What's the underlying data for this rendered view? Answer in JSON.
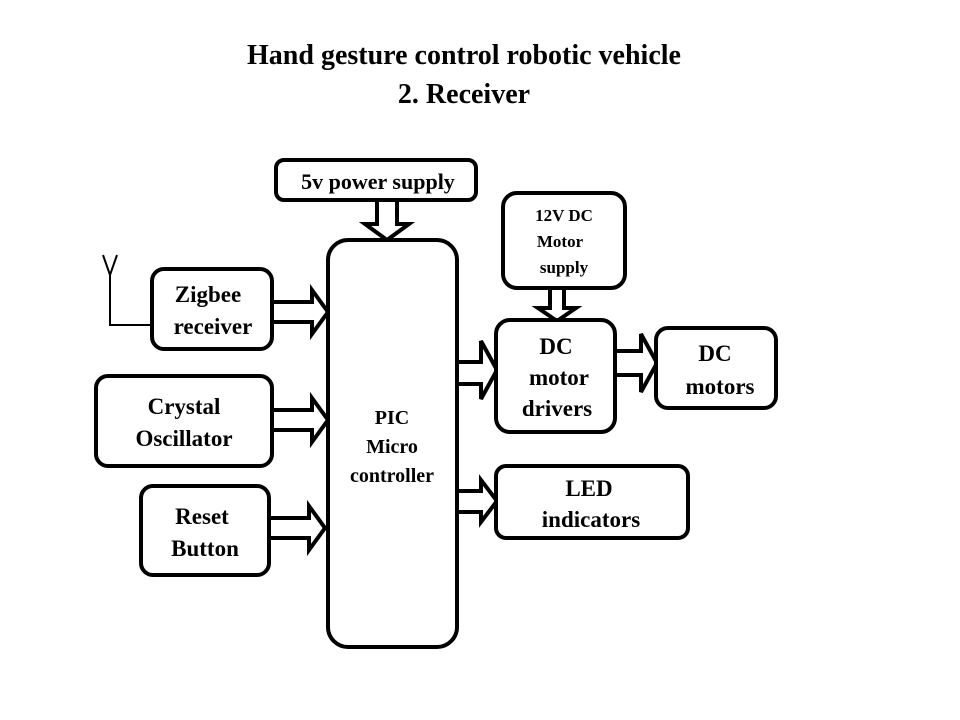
{
  "title": {
    "line1": "Hand gesture control robotic vehicle",
    "line2": "2. Receiver"
  },
  "blocks": {
    "power": [
      "5v power supply"
    ],
    "zigbee": [
      "Zigbee",
      "receiver"
    ],
    "crystal": [
      "Crystal",
      "Oscillator"
    ],
    "reset": [
      "Reset",
      "Button"
    ],
    "pic": [
      "PIC",
      "Micro",
      "controller"
    ],
    "motor_supply": [
      "12V DC",
      "Motor",
      "supply"
    ],
    "drivers": [
      "DC",
      "motor",
      "drivers"
    ],
    "motors": [
      "DC",
      "motors"
    ],
    "led": [
      "LED",
      "indicators"
    ]
  },
  "colors": {
    "stroke": "#000000",
    "background": "#ffffff"
  }
}
